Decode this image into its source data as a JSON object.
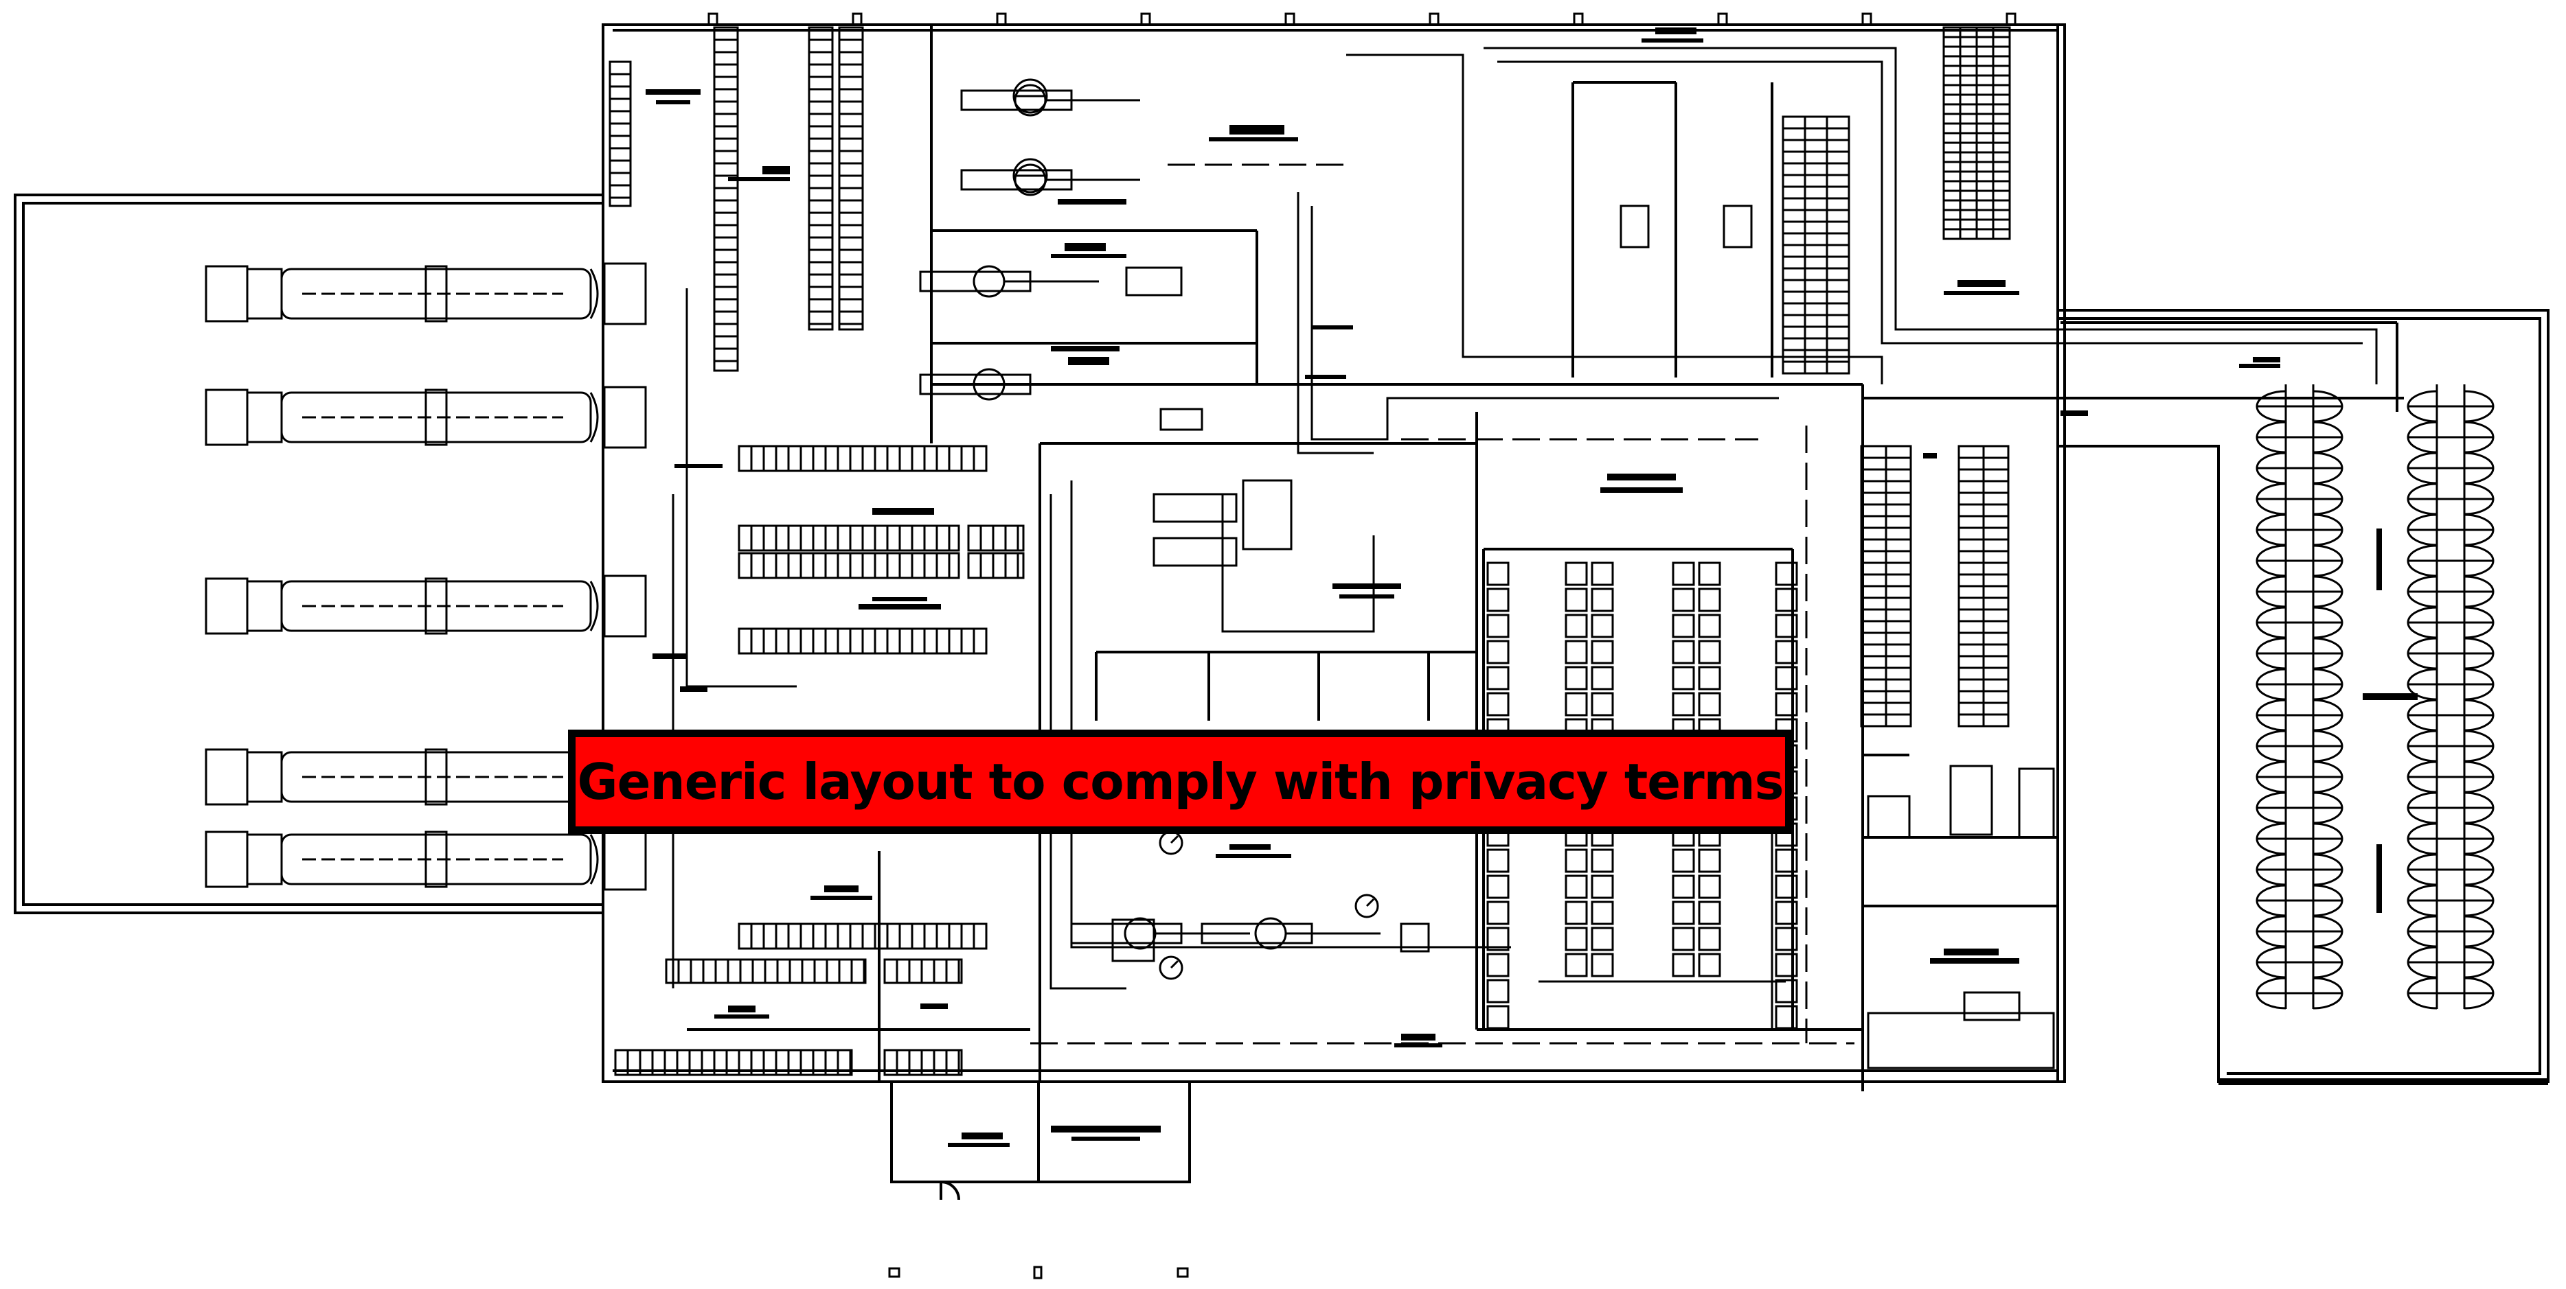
{
  "banner": {
    "text": "Generic layout to comply with privacy terms",
    "background_color": "#ff0000",
    "border_color": "#000000",
    "text_color": "#000000"
  },
  "drawing": {
    "line_color": "#000000",
    "background_color": "#ffffff",
    "truck_count": 5,
    "racking_rows_right": 2,
    "icons": [
      "truck-icon",
      "valve-icon",
      "pump-icon",
      "gauge-icon",
      "door-icon"
    ]
  }
}
